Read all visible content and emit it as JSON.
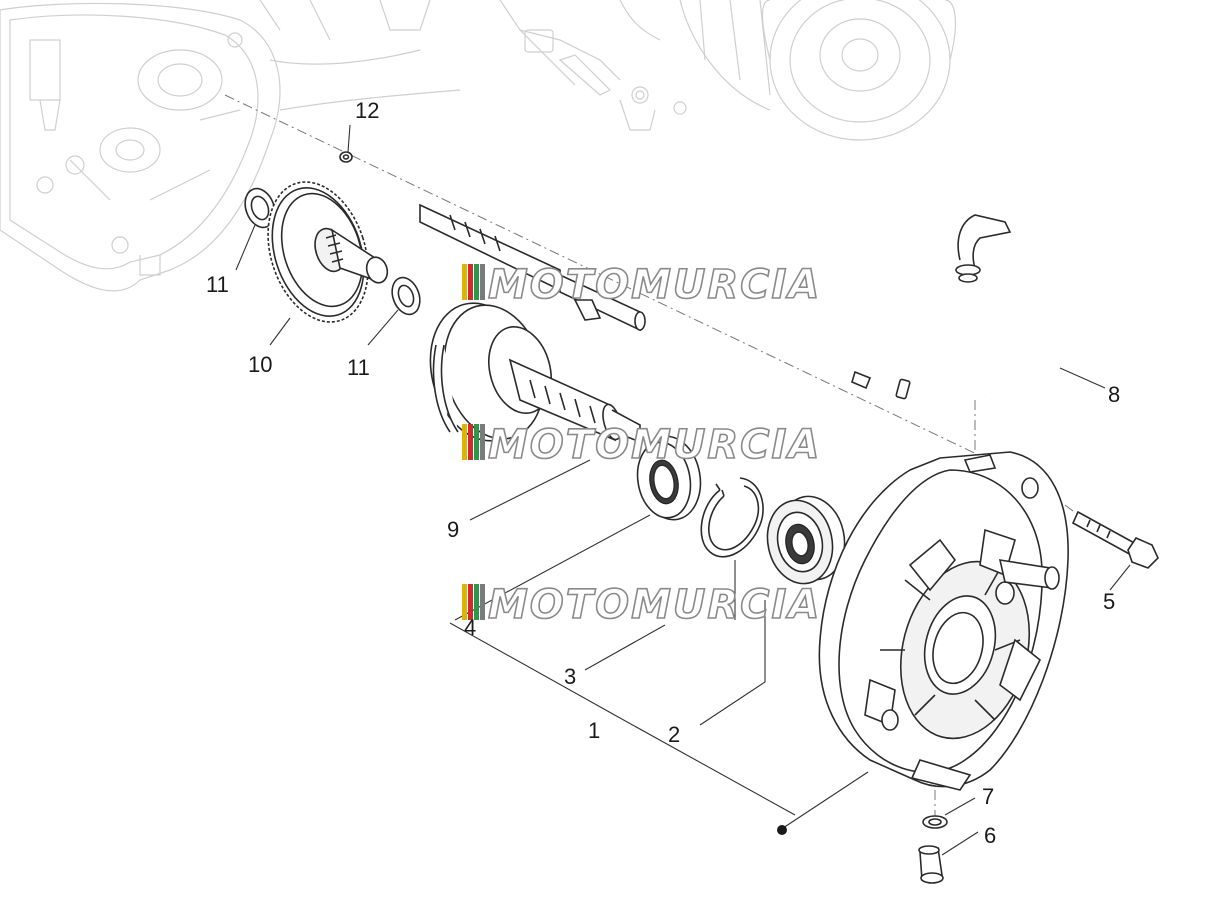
{
  "callouts": {
    "c1": "1",
    "c2": "2",
    "c3": "3",
    "c4": "4",
    "c5": "5",
    "c6": "6",
    "c7": "7",
    "c8": "8",
    "c9": "9",
    "c10": "10",
    "c11a": "11",
    "c11b": "11",
    "c12": "12"
  },
  "watermark": {
    "text": "MOTOMURCIA",
    "stripe_colors": [
      "#e0b300",
      "#d12a2a",
      "#2a9a4a",
      "#7a7a7a"
    ]
  },
  "colors": {
    "line": "#2b2b2b",
    "ghost": "#cfcfcf",
    "background": "#ffffff"
  }
}
